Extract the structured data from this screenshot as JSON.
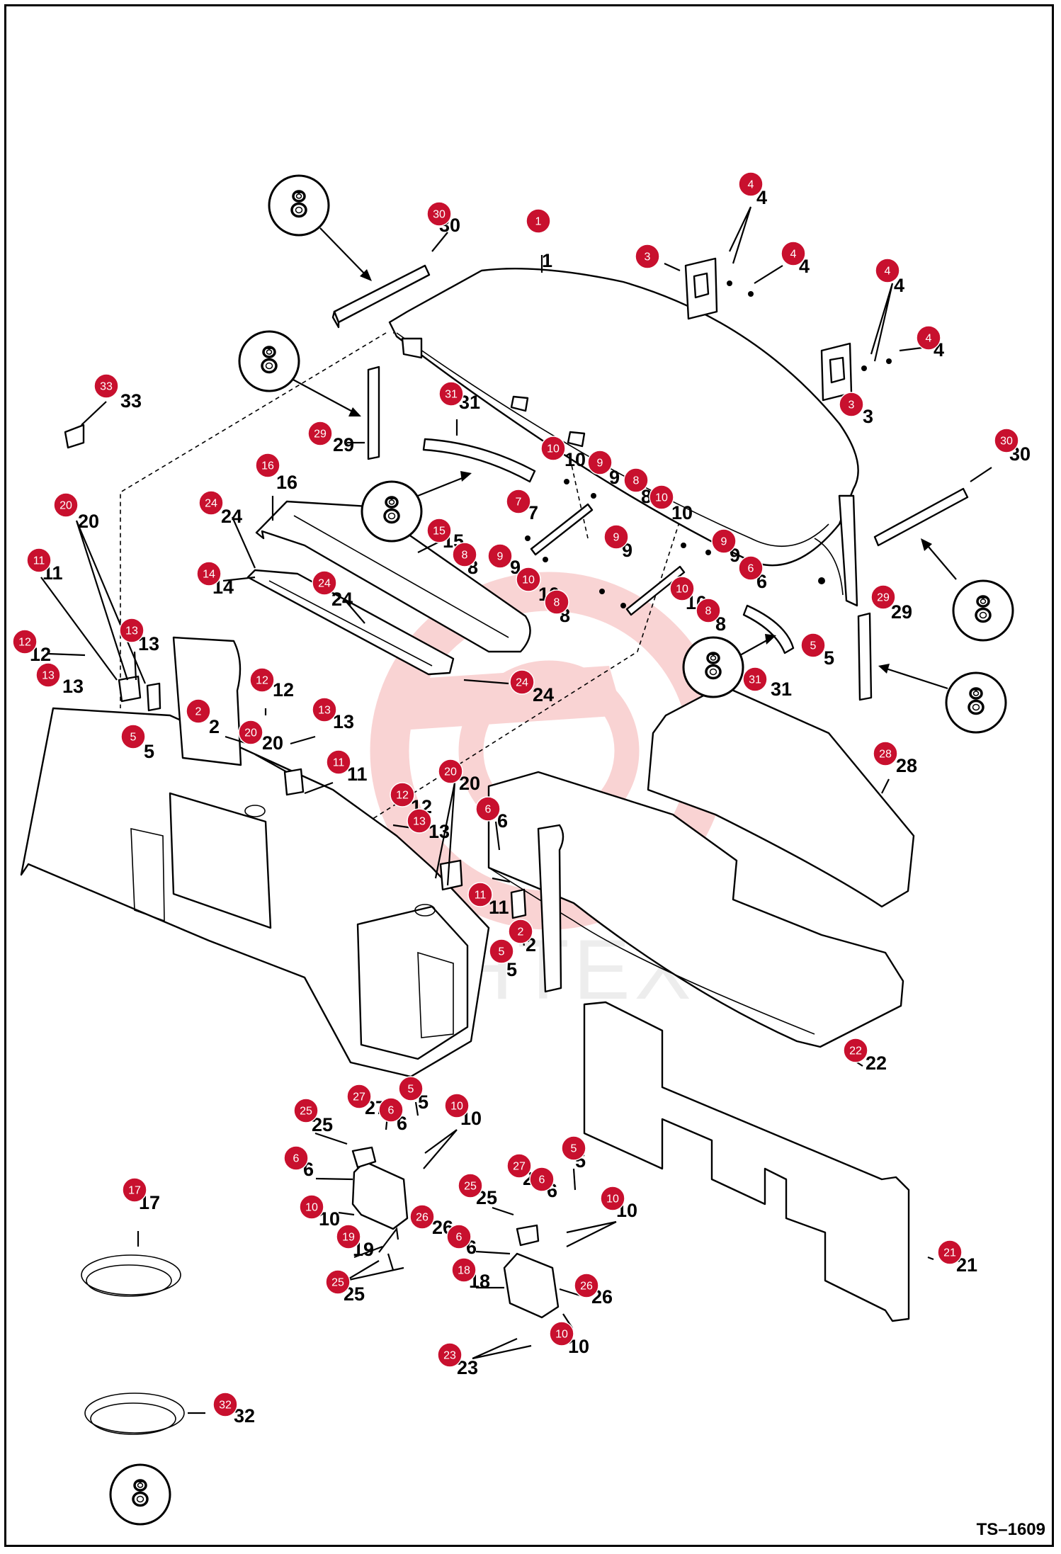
{
  "drawing_code": "TS–1609",
  "watermark": "WHTEX",
  "seal_icon": "gasket-seal-icon",
  "callouts": [
    {
      "id": "c30a",
      "label": "30",
      "n": "30"
    },
    {
      "id": "c1",
      "label": "1",
      "n": "1"
    },
    {
      "id": "c4a",
      "label": "4",
      "n": "4"
    },
    {
      "id": "c3a",
      "label": "3",
      "n": "3"
    },
    {
      "id": "c4b",
      "label": "4",
      "n": "4"
    },
    {
      "id": "c4c",
      "label": "4",
      "n": "4"
    },
    {
      "id": "c4d",
      "label": "4",
      "n": "4"
    },
    {
      "id": "c3b",
      "label": "3",
      "n": "3"
    },
    {
      "id": "c33",
      "label": "33",
      "n": "33"
    },
    {
      "id": "c31a",
      "label": "31",
      "n": "31"
    },
    {
      "id": "c29a",
      "label": "29",
      "n": "29"
    },
    {
      "id": "c30b",
      "label": "30",
      "n": "30"
    },
    {
      "id": "c10a",
      "label": "10",
      "n": "10"
    },
    {
      "id": "c9a",
      "label": "9",
      "n": "9"
    },
    {
      "id": "c8a",
      "label": "8",
      "n": "8"
    },
    {
      "id": "c10b",
      "label": "10",
      "n": "10"
    },
    {
      "id": "c7",
      "label": "7",
      "n": "7"
    },
    {
      "id": "c9b",
      "label": "9",
      "n": "9"
    },
    {
      "id": "c9c",
      "label": "9",
      "n": "9"
    },
    {
      "id": "c9d",
      "label": "9",
      "n": "9"
    },
    {
      "id": "c6a",
      "label": "6",
      "n": "6"
    },
    {
      "id": "c10c",
      "label": "10",
      "n": "10"
    },
    {
      "id": "c8b",
      "label": "8",
      "n": "8"
    },
    {
      "id": "c10d",
      "label": "10",
      "n": "10"
    },
    {
      "id": "c8c",
      "label": "8",
      "n": "8"
    },
    {
      "id": "c5a",
      "label": "5",
      "n": "5"
    },
    {
      "id": "c29b",
      "label": "29",
      "n": "29"
    },
    {
      "id": "c31b",
      "label": "31",
      "n": "31"
    },
    {
      "id": "c20a",
      "label": "20",
      "n": "20"
    },
    {
      "id": "c16",
      "label": "16",
      "n": "16"
    },
    {
      "id": "c24a",
      "label": "24",
      "n": "24"
    },
    {
      "id": "c15",
      "label": "15",
      "n": "15"
    },
    {
      "id": "c8d",
      "label": "8",
      "n": "8"
    },
    {
      "id": "c11a",
      "label": "11",
      "n": "11"
    },
    {
      "id": "c14",
      "label": "14",
      "n": "14"
    },
    {
      "id": "c24b",
      "label": "24",
      "n": "24"
    },
    {
      "id": "c12a",
      "label": "12",
      "n": "12"
    },
    {
      "id": "c13a",
      "label": "13",
      "n": "13"
    },
    {
      "id": "c13b",
      "label": "13",
      "n": "13"
    },
    {
      "id": "c24c",
      "label": "24",
      "n": "24"
    },
    {
      "id": "c2a",
      "label": "2",
      "n": "2"
    },
    {
      "id": "c5b",
      "label": "5",
      "n": "5"
    },
    {
      "id": "c12b",
      "label": "12",
      "n": "12"
    },
    {
      "id": "c13c",
      "label": "13",
      "n": "13"
    },
    {
      "id": "c20b",
      "label": "20",
      "n": "20"
    },
    {
      "id": "c11b",
      "label": "11",
      "n": "11"
    },
    {
      "id": "c28",
      "label": "28",
      "n": "28"
    },
    {
      "id": "c20c",
      "label": "20",
      "n": "20"
    },
    {
      "id": "c12c",
      "label": "12",
      "n": "12"
    },
    {
      "id": "c6b",
      "label": "6",
      "n": "6"
    },
    {
      "id": "c13d",
      "label": "13",
      "n": "13"
    },
    {
      "id": "c11c",
      "label": "11",
      "n": "11"
    },
    {
      "id": "c2b",
      "label": "2",
      "n": "2"
    },
    {
      "id": "c5c",
      "label": "5",
      "n": "5"
    },
    {
      "id": "c22",
      "label": "22",
      "n": "22"
    },
    {
      "id": "c5d",
      "label": "5",
      "n": "5"
    },
    {
      "id": "c27a",
      "label": "27",
      "n": "27"
    },
    {
      "id": "c6c",
      "label": "6",
      "n": "6"
    },
    {
      "id": "c25a",
      "label": "25",
      "n": "25"
    },
    {
      "id": "c10e",
      "label": "10",
      "n": "10"
    },
    {
      "id": "c6d",
      "label": "6",
      "n": "6"
    },
    {
      "id": "c5e",
      "label": "5",
      "n": "5"
    },
    {
      "id": "c27b",
      "label": "27",
      "n": "27"
    },
    {
      "id": "c6e",
      "label": "6",
      "n": "6"
    },
    {
      "id": "c10f",
      "label": "10",
      "n": "10"
    },
    {
      "id": "c25b",
      "label": "25",
      "n": "25"
    },
    {
      "id": "c10g",
      "label": "10",
      "n": "10"
    },
    {
      "id": "c26a",
      "label": "26",
      "n": "26"
    },
    {
      "id": "c19",
      "label": "19",
      "n": "19"
    },
    {
      "id": "c6f",
      "label": "6",
      "n": "6"
    },
    {
      "id": "c21",
      "label": "21",
      "n": "21"
    },
    {
      "id": "c17",
      "label": "17",
      "n": "17"
    },
    {
      "id": "c18",
      "label": "18",
      "n": "18"
    },
    {
      "id": "c26b",
      "label": "26",
      "n": "26"
    },
    {
      "id": "c25c",
      "label": "25",
      "n": "25"
    },
    {
      "id": "c10h",
      "label": "10",
      "n": "10"
    },
    {
      "id": "c23",
      "label": "23",
      "n": "23"
    },
    {
      "id": "c32",
      "label": "32",
      "n": "32"
    }
  ]
}
